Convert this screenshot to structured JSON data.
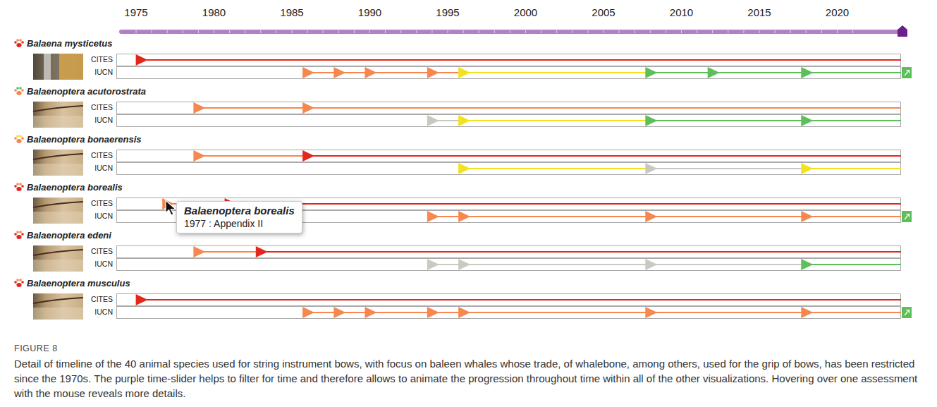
{
  "diagram": {
    "caption": "Detail of timeline of the 40 animal species used for string instrument bows, with focus on baleen whales whose trade, of whalebone, among others, used for the grip of bows, has been restricted since the 1970s. The purple time-slider helps to filter for time and therefore allows to animate the progression throughout time within all of the other visualizations. Hovering over one assessment with the mouse reveals more details.",
    "nodes": [
      {
        "text": [
          "Balaena mysticetus"
        ]
      },
      {
        "text": [
          "CITES"
        ],
        "in": 0
      },
      {
        "text": [
          "IUCN"
        ],
        "in": 0
      },
      {
        "text": [
          "Balaenoptera acutorostrata"
        ]
      },
      {
        "text": [
          "CITES"
        ],
        "in": 3
      },
      {
        "text": [
          "IUCN"
        ],
        "in": 3
      },
      {
        "text": [
          "Balaenoptera bonaerensis"
        ]
      },
      {
        "text": [
          "CITES"
        ],
        "in": 6
      },
      {
        "text": [
          "IUCN"
        ],
        "in": 6
      },
      {
        "text": [
          "Balaenoptera borealis"
        ]
      },
      {
        "text": [
          "CITES"
        ],
        "in": 9
      },
      {
        "text": [
          "IUCN"
        ],
        "in": 9
      },
      {
        "text": [
          "Balaenoptera edeni"
        ]
      },
      {
        "text": [
          "CITES"
        ],
        "in": 12
      },
      {
        "text": [
          "IUCN"
        ],
        "in": 12
      },
      {
        "text": [
          "Balaenoptera musculus"
        ]
      },
      {
        "text": [
          "CITES"
        ],
        "in": 15
      },
      {
        "text": [
          "IUCN"
        ],
        "in": 15
      },
      {
        "text": [
          "Balaenoptera borealis",
          "1977 : Appendix II"
        ]
      }
    ],
    "labels": [
      "1975",
      "1980",
      "1985",
      "1990",
      "1995",
      "2000",
      "2005",
      "2010",
      "2015",
      "2020",
      "FIGURE 8"
    ]
  }
}
